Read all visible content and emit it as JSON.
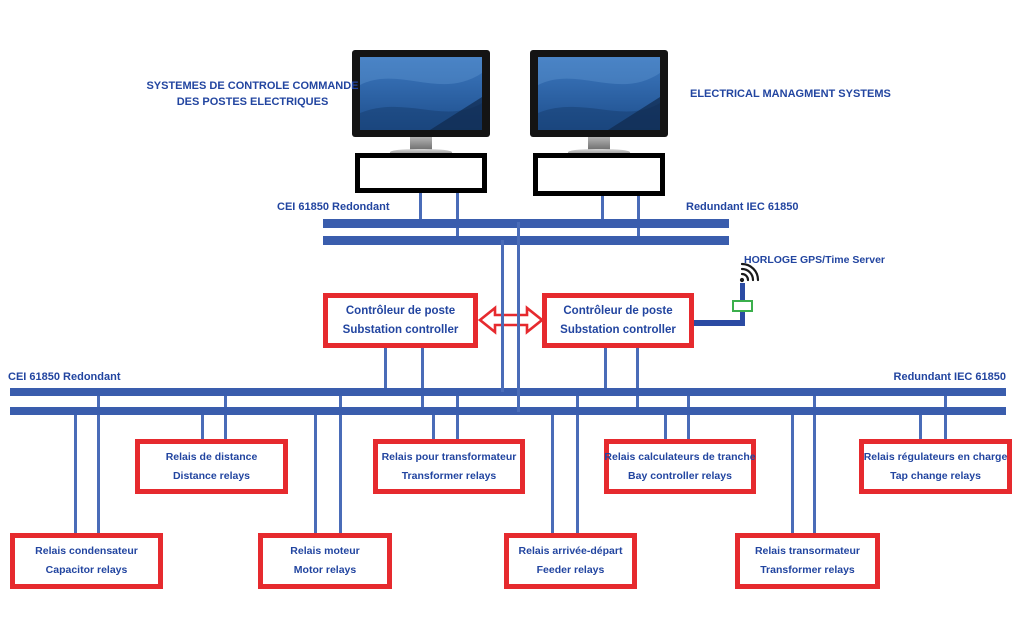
{
  "titles": {
    "left_line1": "SYSTEMES DE CONTROLE COMMANDE",
    "left_line2": "DES POSTES ELECTRIQUES",
    "right": "ELECTRICAL MANAGMENT SYSTEMS"
  },
  "bus_top": {
    "label_left": "CEI 61850 Redondant",
    "label_right": "Redundant IEC  61850"
  },
  "bus_main": {
    "label_left": "CEI 61850 Redondant",
    "label_right": "Redundant IEC  61850"
  },
  "controllers": [
    {
      "fr": "Contrôleur de poste",
      "en": "Substation controller"
    },
    {
      "fr": "Contrôleur de poste",
      "en": "Substation controller"
    }
  ],
  "gps": {
    "label": "HORLOGE GPS/Time Server"
  },
  "relays_row1": [
    {
      "fr": "Relais de distance",
      "en": "Distance relays"
    },
    {
      "fr": "Relais pour transformateur",
      "en": "Transformer relays"
    },
    {
      "fr": "Relais calculateurs de tranche",
      "en": "Bay controller relays"
    },
    {
      "fr": "Relais régulateurs en charge",
      "en": "Tap change relays"
    }
  ],
  "relays_row2": [
    {
      "fr": "Relais condensateur",
      "en": "Capacitor relays"
    },
    {
      "fr": "Relais moteur",
      "en": "Motor relays"
    },
    {
      "fr": "Relais arrivée-départ",
      "en": "Feeder relays"
    },
    {
      "fr": "Relais transormateur",
      "en": "Transformer relays"
    }
  ],
  "icons": {
    "gps_antenna": "signal-arcs",
    "sync_arrow": "double-headed-arrow",
    "monitor": "workstation-screen"
  },
  "colors": {
    "accent_red": "#E62A2E",
    "bus_blue": "#3A5DAD",
    "line_blue": "#4A6CB8",
    "text_blue": "#2245A0",
    "gps_navy": "#2B4BA3",
    "green": "#3BAF4C"
  }
}
